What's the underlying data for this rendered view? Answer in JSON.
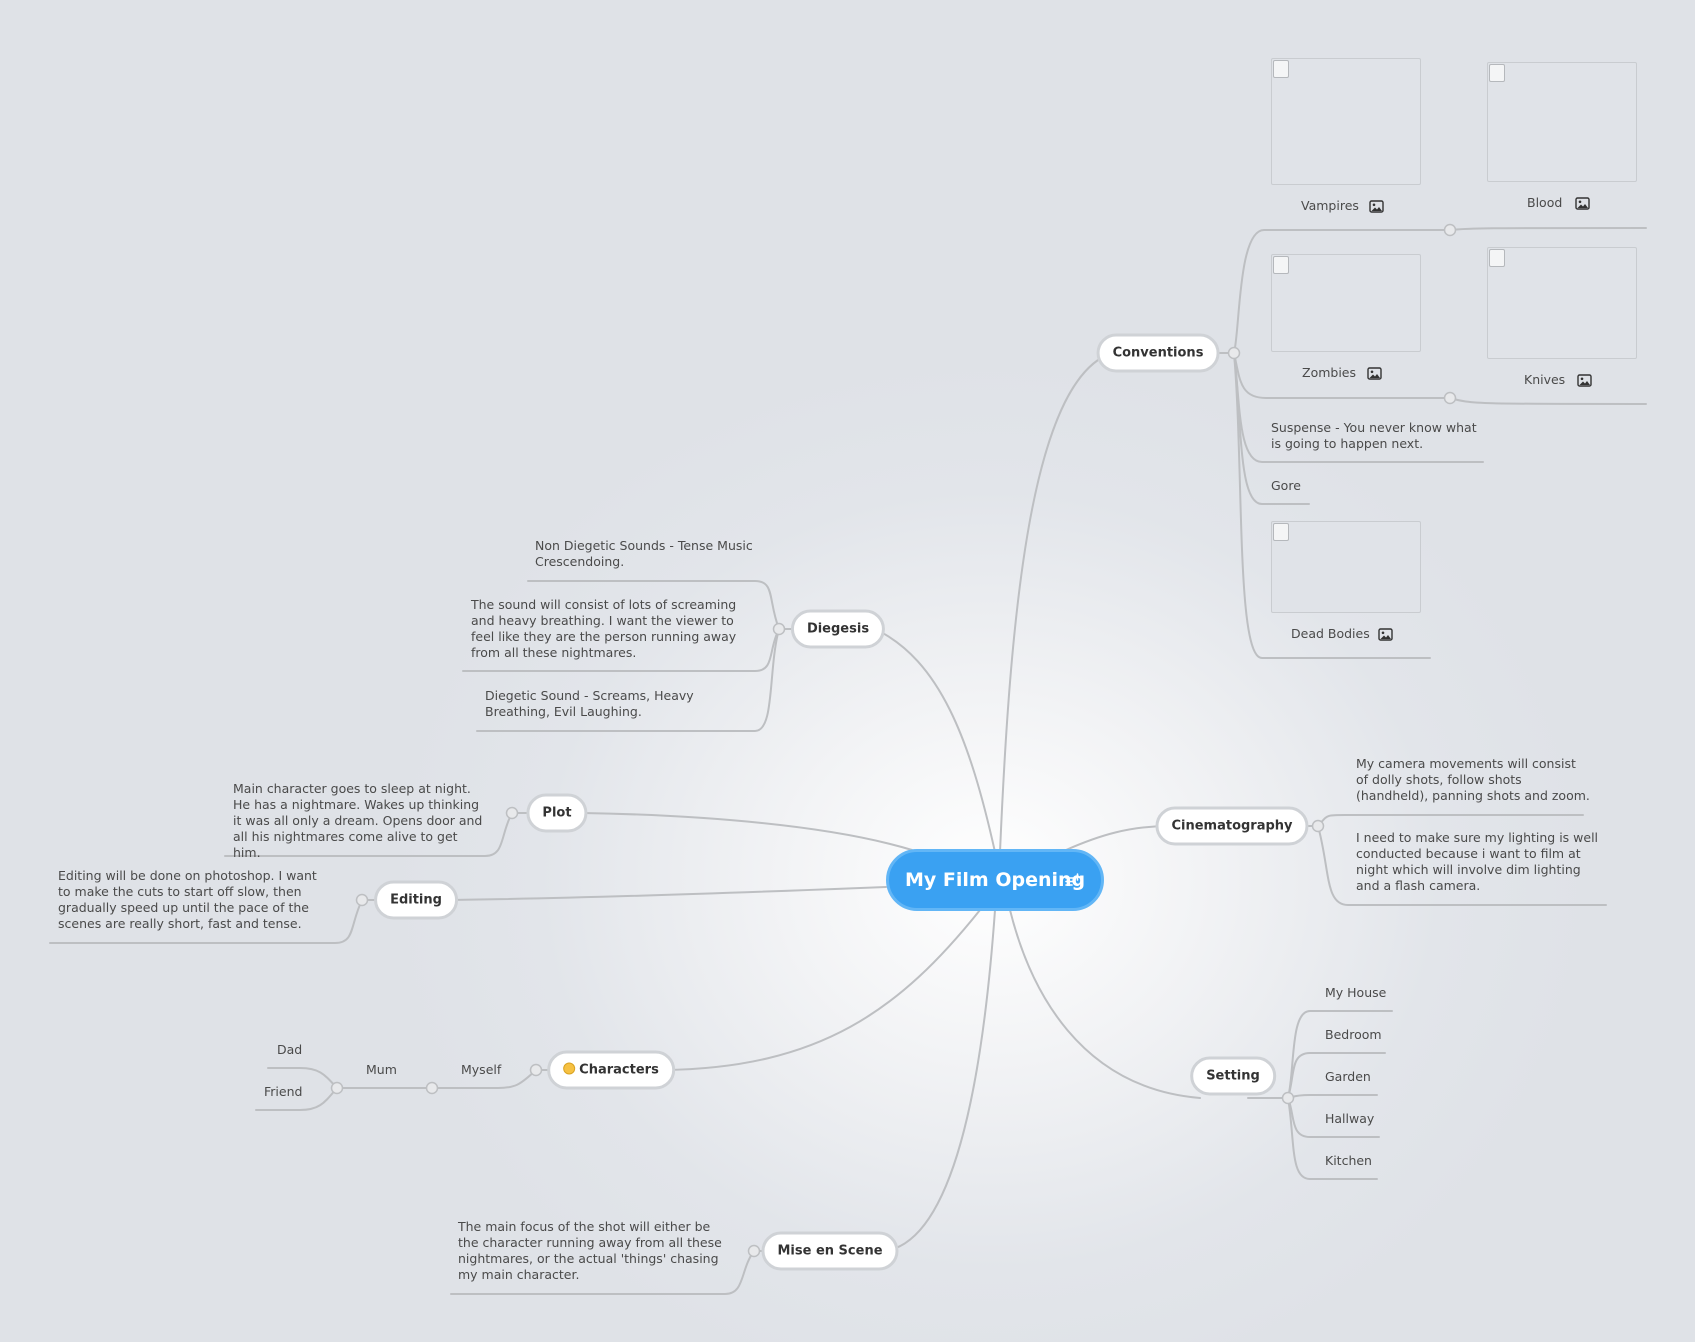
{
  "central": {
    "title": "My Film Opening",
    "icon": "note-add-icon"
  },
  "branches": {
    "conventions": "Conventions",
    "diegesis": "Diegesis",
    "plot": "Plot",
    "editing": "Editing",
    "characters": "Characters",
    "mise_en_scene": "Mise en Scene",
    "cinematography": "Cinematography",
    "setting": "Setting"
  },
  "conventions": {
    "images": [
      {
        "label": "Vampires",
        "icon": "image-icon"
      },
      {
        "label": "Blood",
        "icon": "image-icon"
      },
      {
        "label": "Zombies",
        "icon": "image-icon"
      },
      {
        "label": "Knives",
        "icon": "image-icon"
      },
      {
        "label": "Dead Bodies",
        "icon": "image-icon"
      }
    ],
    "suspense": "Suspense - You never know what is going  to happen next.",
    "gore": "Gore"
  },
  "diegesis": {
    "non_diegetic": "Non Diegetic Sounds - Tense Music Crescendoing.",
    "sound": "The sound will consist of lots of screaming and heavy breathing. I want the viewer to feel like they are the person running away from all these nightmares.",
    "diegetic": "Diegetic Sound - Screams, Heavy Breathing, Evil Laughing."
  },
  "plot": {
    "text": "Main character goes to sleep at night. He has a nightmare. Wakes up thinking it was all only a dream. Opens door and all his nightmares come alive to get him."
  },
  "editing": {
    "text": "Editing will be done on photoshop. I want to make the cuts to start off slow, then gradually speed up until the pace of the scenes are really short, fast and tense."
  },
  "characters": {
    "emoji": "smiley-face-icon",
    "myself": "Myself",
    "mum": "Mum",
    "dad": "Dad",
    "friend": "Friend"
  },
  "mise_en_scene": {
    "text": "The main focus of the shot will either be the character running away from all these nightmares, or the actual 'things' chasing my main character."
  },
  "cinematography": {
    "camera": "My camera movements will consist of dolly shots, follow shots (handheld), panning shots and zoom.",
    "lighting": "I need to make sure my lighting is well conducted because i want to film at night which will involve dim lighting and a flash camera."
  },
  "setting": {
    "items": [
      "My House",
      "Bedroom",
      "Garden",
      "Hallway",
      "Kitchen"
    ]
  },
  "colors": {
    "central": "#3aa1f2",
    "line": "#bdbfc2",
    "node_border": "#cfd2d6"
  }
}
